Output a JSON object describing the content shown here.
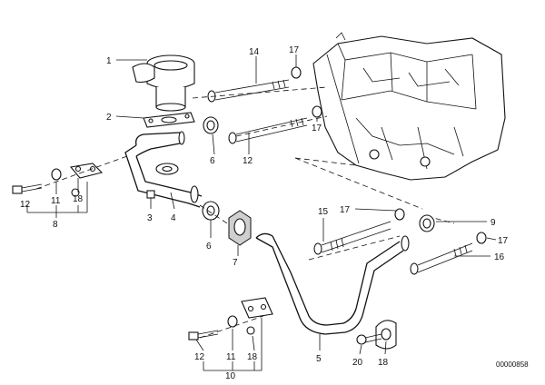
{
  "diagram": {
    "ref_code": "00000858",
    "callouts": {
      "c1": "1",
      "c2": "2",
      "c3": "3",
      "c4": "4",
      "c5": "5",
      "c6a": "6",
      "c6b": "6",
      "c7": "7",
      "c8": "8",
      "c9": "9",
      "c10": "10",
      "c11a": "11",
      "c11b": "11",
      "c12a": "12",
      "c12b": "12",
      "c12c": "12",
      "c14": "14",
      "c15": "15",
      "c16": "16",
      "c17a": "17",
      "c17b": "17",
      "c17c": "17",
      "c17d": "17",
      "c18a": "18",
      "c18b": "18",
      "c18c": "18",
      "c20": "20"
    }
  }
}
